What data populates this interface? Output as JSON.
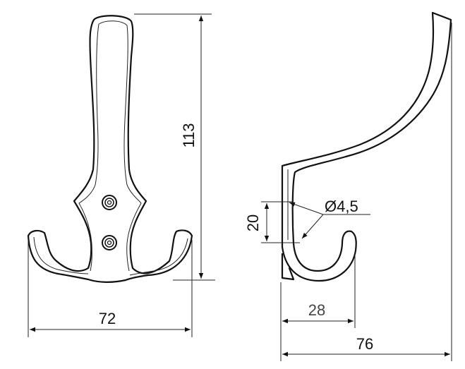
{
  "dimensions": {
    "height_front": "113",
    "width_front": "72",
    "hole_spacing": "20",
    "hole_diameter": "Ø4,5",
    "hook_depth": "28",
    "total_depth": "76"
  }
}
